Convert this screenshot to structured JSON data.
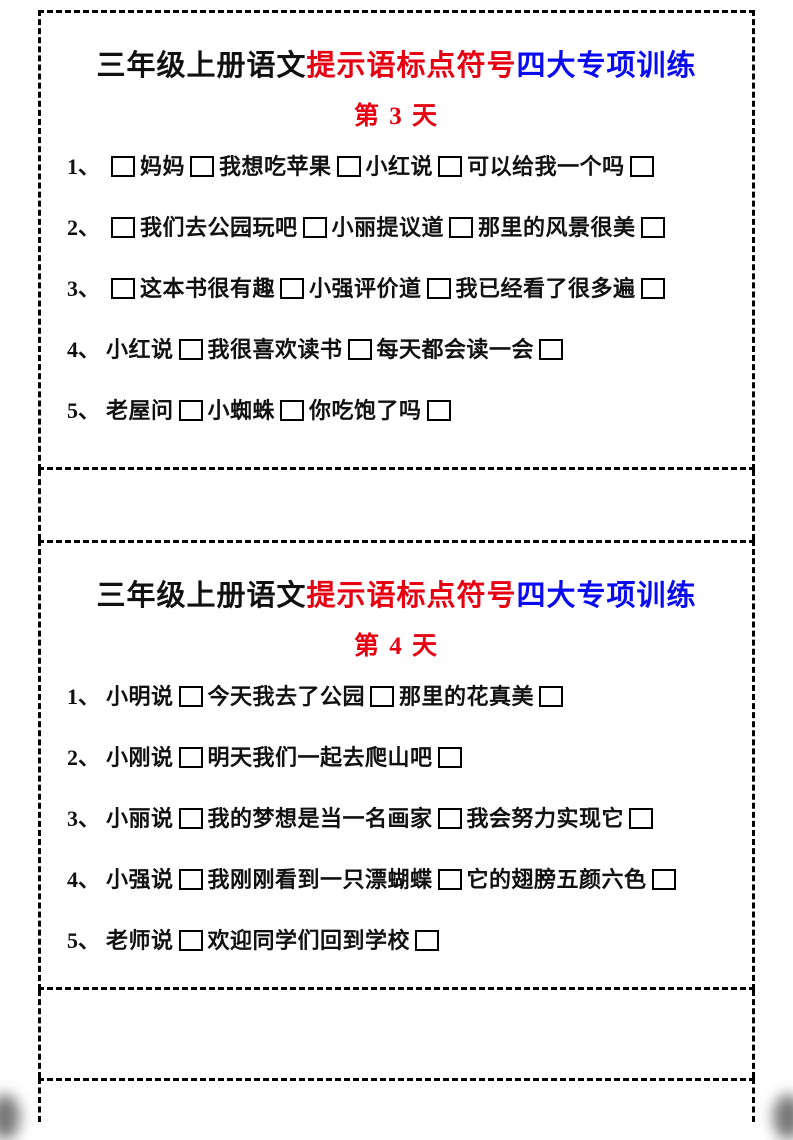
{
  "colors": {
    "title_black": "#111111",
    "title_red": "#e60012",
    "title_blue": "#0b0bef",
    "day_red": "#e60012",
    "text": "#111111",
    "border": "#000000"
  },
  "sections": [
    {
      "title_black": "三年级上册语文",
      "title_red": "提示语标点符号",
      "title_blue": "四大专项训练",
      "day": "第 3 天",
      "exercises": [
        {
          "number": "1、",
          "tokens": [
            {
              "t": "box"
            },
            {
              "t": "text",
              "v": "妈妈"
            },
            {
              "t": "box"
            },
            {
              "t": "text",
              "v": "我想吃苹果"
            },
            {
              "t": "box"
            },
            {
              "t": "text",
              "v": "小红说"
            },
            {
              "t": "box"
            },
            {
              "t": "text",
              "v": "可以给我一个吗"
            },
            {
              "t": "box"
            }
          ]
        },
        {
          "number": "2、",
          "tokens": [
            {
              "t": "box"
            },
            {
              "t": "text",
              "v": "我们去公园玩吧"
            },
            {
              "t": "box"
            },
            {
              "t": "text",
              "v": "小丽提议道"
            },
            {
              "t": "box"
            },
            {
              "t": "text",
              "v": "那里的风景很美"
            },
            {
              "t": "box"
            }
          ]
        },
        {
          "number": "3、",
          "tokens": [
            {
              "t": "box"
            },
            {
              "t": "text",
              "v": "这本书很有趣"
            },
            {
              "t": "box"
            },
            {
              "t": "text",
              "v": "小强评价道"
            },
            {
              "t": "box"
            },
            {
              "t": "text",
              "v": "我已经看了很多遍"
            },
            {
              "t": "box"
            }
          ]
        },
        {
          "number": "4、",
          "tokens": [
            {
              "t": "text",
              "v": "小红说"
            },
            {
              "t": "box"
            },
            {
              "t": "text",
              "v": "我很喜欢读书"
            },
            {
              "t": "box"
            },
            {
              "t": "text",
              "v": "每天都会读一会"
            },
            {
              "t": "box"
            }
          ]
        },
        {
          "number": "5、",
          "tokens": [
            {
              "t": "text",
              "v": "老屋问"
            },
            {
              "t": "box"
            },
            {
              "t": "text",
              "v": "小蜘蛛"
            },
            {
              "t": "box"
            },
            {
              "t": "text",
              "v": "你吃饱了吗"
            },
            {
              "t": "box"
            }
          ]
        }
      ]
    },
    {
      "title_black": "三年级上册语文",
      "title_red": "提示语标点符号",
      "title_blue": "四大专项训练",
      "day": "第 4 天",
      "exercises": [
        {
          "number": "1、",
          "tokens": [
            {
              "t": "text",
              "v": "小明说"
            },
            {
              "t": "box"
            },
            {
              "t": "text",
              "v": "今天我去了公园"
            },
            {
              "t": "box"
            },
            {
              "t": "text",
              "v": "那里的花真美"
            },
            {
              "t": "box"
            }
          ]
        },
        {
          "number": "2、",
          "tokens": [
            {
              "t": "text",
              "v": "小刚说"
            },
            {
              "t": "box"
            },
            {
              "t": "text",
              "v": "明天我们一起去爬山吧"
            },
            {
              "t": "box"
            }
          ]
        },
        {
          "number": "3、",
          "tokens": [
            {
              "t": "text",
              "v": "小丽说"
            },
            {
              "t": "box"
            },
            {
              "t": "text",
              "v": "我的梦想是当一名画家"
            },
            {
              "t": "box"
            },
            {
              "t": "text",
              "v": "我会努力实现它"
            },
            {
              "t": "box"
            }
          ]
        },
        {
          "number": "4、",
          "tokens": [
            {
              "t": "text",
              "v": "小强说"
            },
            {
              "t": "box"
            },
            {
              "t": "text",
              "v": "我刚刚看到一只漂蝴蝶"
            },
            {
              "t": "box"
            },
            {
              "t": "text",
              "v": "它的翅膀五颜六色"
            },
            {
              "t": "box"
            }
          ]
        },
        {
          "number": "5、",
          "tokens": [
            {
              "t": "text",
              "v": "老师说"
            },
            {
              "t": "box"
            },
            {
              "t": "text",
              "v": "欢迎同学们回到学校"
            },
            {
              "t": "box"
            }
          ]
        }
      ]
    }
  ]
}
